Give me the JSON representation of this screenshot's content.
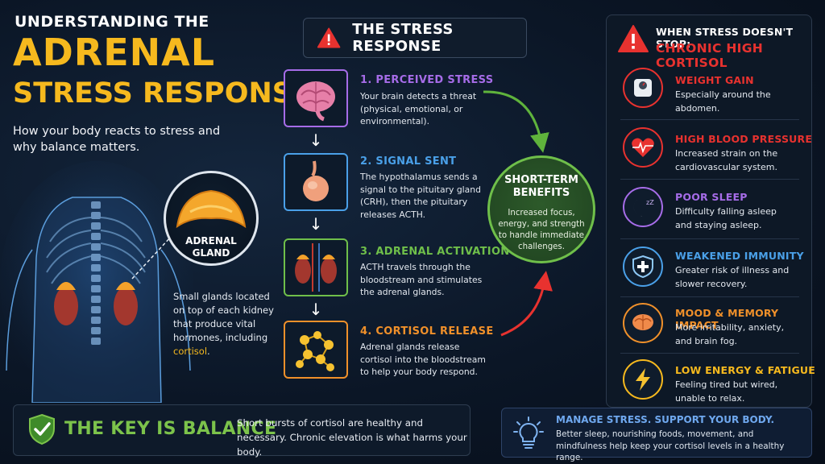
{
  "header": {
    "line1": "UNDERSTANDING THE",
    "line2": "ADRENAL",
    "line3": "STRESS RESPONSE",
    "subtitle": "How your body reacts to stress and why balance matters."
  },
  "gland": {
    "label_line1": "ADRENAL",
    "label_line2": "GLAND",
    "desc_main": "Small glands located on top of each kidney that produce vital hormones, including ",
    "desc_highlight": "cortisol",
    "desc_end": "."
  },
  "stress_response": {
    "title": "THE STRESS RESPONSE",
    "steps": [
      {
        "title": "1. PERCEIVED STRESS",
        "desc": "Your brain detects a threat (physical, emotional, or environmental).",
        "color": "#a66ce8"
      },
      {
        "title": "2. SIGNAL SENT",
        "desc": "The hypothalamus sends a signal to the pituitary gland (CRH), then the pituitary releases ACTH.",
        "color": "#4aa0e8"
      },
      {
        "title": "3. ADRENAL ACTIVATION",
        "desc": "ACTH travels through the bloodstream and stimulates the adrenal glands.",
        "color": "#6fbf4a"
      },
      {
        "title": "4. CORTISOL RELEASE",
        "desc": "Adrenal glands release cortisol into the bloodstream to help your body respond.",
        "color": "#f0902a"
      }
    ]
  },
  "short_term": {
    "title": "SHORT-TERM BENEFITS",
    "desc": "Increased focus, energy, and strength to handle immediate challenges."
  },
  "chronic": {
    "heading1": "WHEN STRESS DOESN'T STOP:",
    "heading2": "CHRONIC HIGH CORTISOL",
    "effects": [
      {
        "title": "WEIGHT GAIN",
        "desc": "Especially around the abdomen.",
        "color": "#e8322f",
        "icon": "scale-icon"
      },
      {
        "title": "HIGH BLOOD PRESSURE",
        "desc": "Increased strain on the cardiovascular system.",
        "color": "#e8322f",
        "icon": "heart-icon"
      },
      {
        "title": "POOR SLEEP",
        "desc": "Difficulty falling asleep and staying asleep.",
        "color": "#a66ce8",
        "icon": "moon-icon"
      },
      {
        "title": "WEAKENED IMMUNITY",
        "desc": "Greater risk of illness and slower recovery.",
        "color": "#4aa0e8",
        "icon": "shield-cross-icon"
      },
      {
        "title": "MOOD & MEMORY IMPACT",
        "desc": "More irritability, anxiety, and brain fog.",
        "color": "#f0902a",
        "icon": "brain-icon"
      },
      {
        "title": "LOW ENERGY & FATIGUE",
        "desc": "Feeling tired but wired, unable to relax.",
        "color": "#f6b91e",
        "icon": "lightning-icon"
      }
    ]
  },
  "key_balance": {
    "title": "THE KEY IS BALANCE",
    "desc": "Short bursts of cortisol are healthy and necessary. Chronic elevation is what harms your body."
  },
  "manage": {
    "title": "MANAGE STRESS. SUPPORT YOUR BODY.",
    "desc": "Better sleep, nourishing foods, movement, and mindfulness help keep your cortisol levels in a healthy range."
  }
}
